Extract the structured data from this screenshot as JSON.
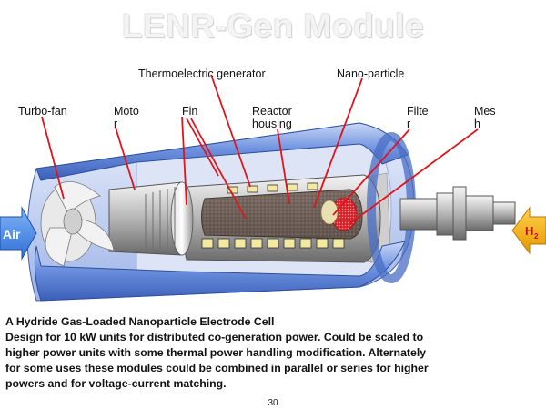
{
  "title": "LENR-Gen Module",
  "labels": {
    "turbo_fan": "Turbo-fan",
    "motor_line1": "Moto",
    "motor_line2": "r",
    "fin": "Fin",
    "thermoelectric": "Thermoelectric  generator",
    "reactor_line1": "Reactor",
    "reactor_line2": "housing",
    "nano": "Nano-particle",
    "filter_line1": "Filte",
    "filter_line2": "r",
    "mesh_line1": "Mes",
    "mesh_line2": "h",
    "air": "Air",
    "h2": "H",
    "h2_sub": "2"
  },
  "description": {
    "heading": "A Hydride Gas-Loaded Nanoparticle Electrode Cell",
    "line1": "Design for 10 kW units for distributed co-generation power. Could be scaled to",
    "line2": "higher power units with some thermal power handling modification. Alternately",
    "line3": "for some uses these modules could be combined in parallel or series for higher",
    "line4": "powers and for voltage-current  matching."
  },
  "page_number": "30",
  "colors": {
    "housing_blue": "#5a7fd6",
    "leader_red": "#e0141c",
    "air_arrow": "#3d86e8",
    "h2_arrow": "#f5a800"
  }
}
